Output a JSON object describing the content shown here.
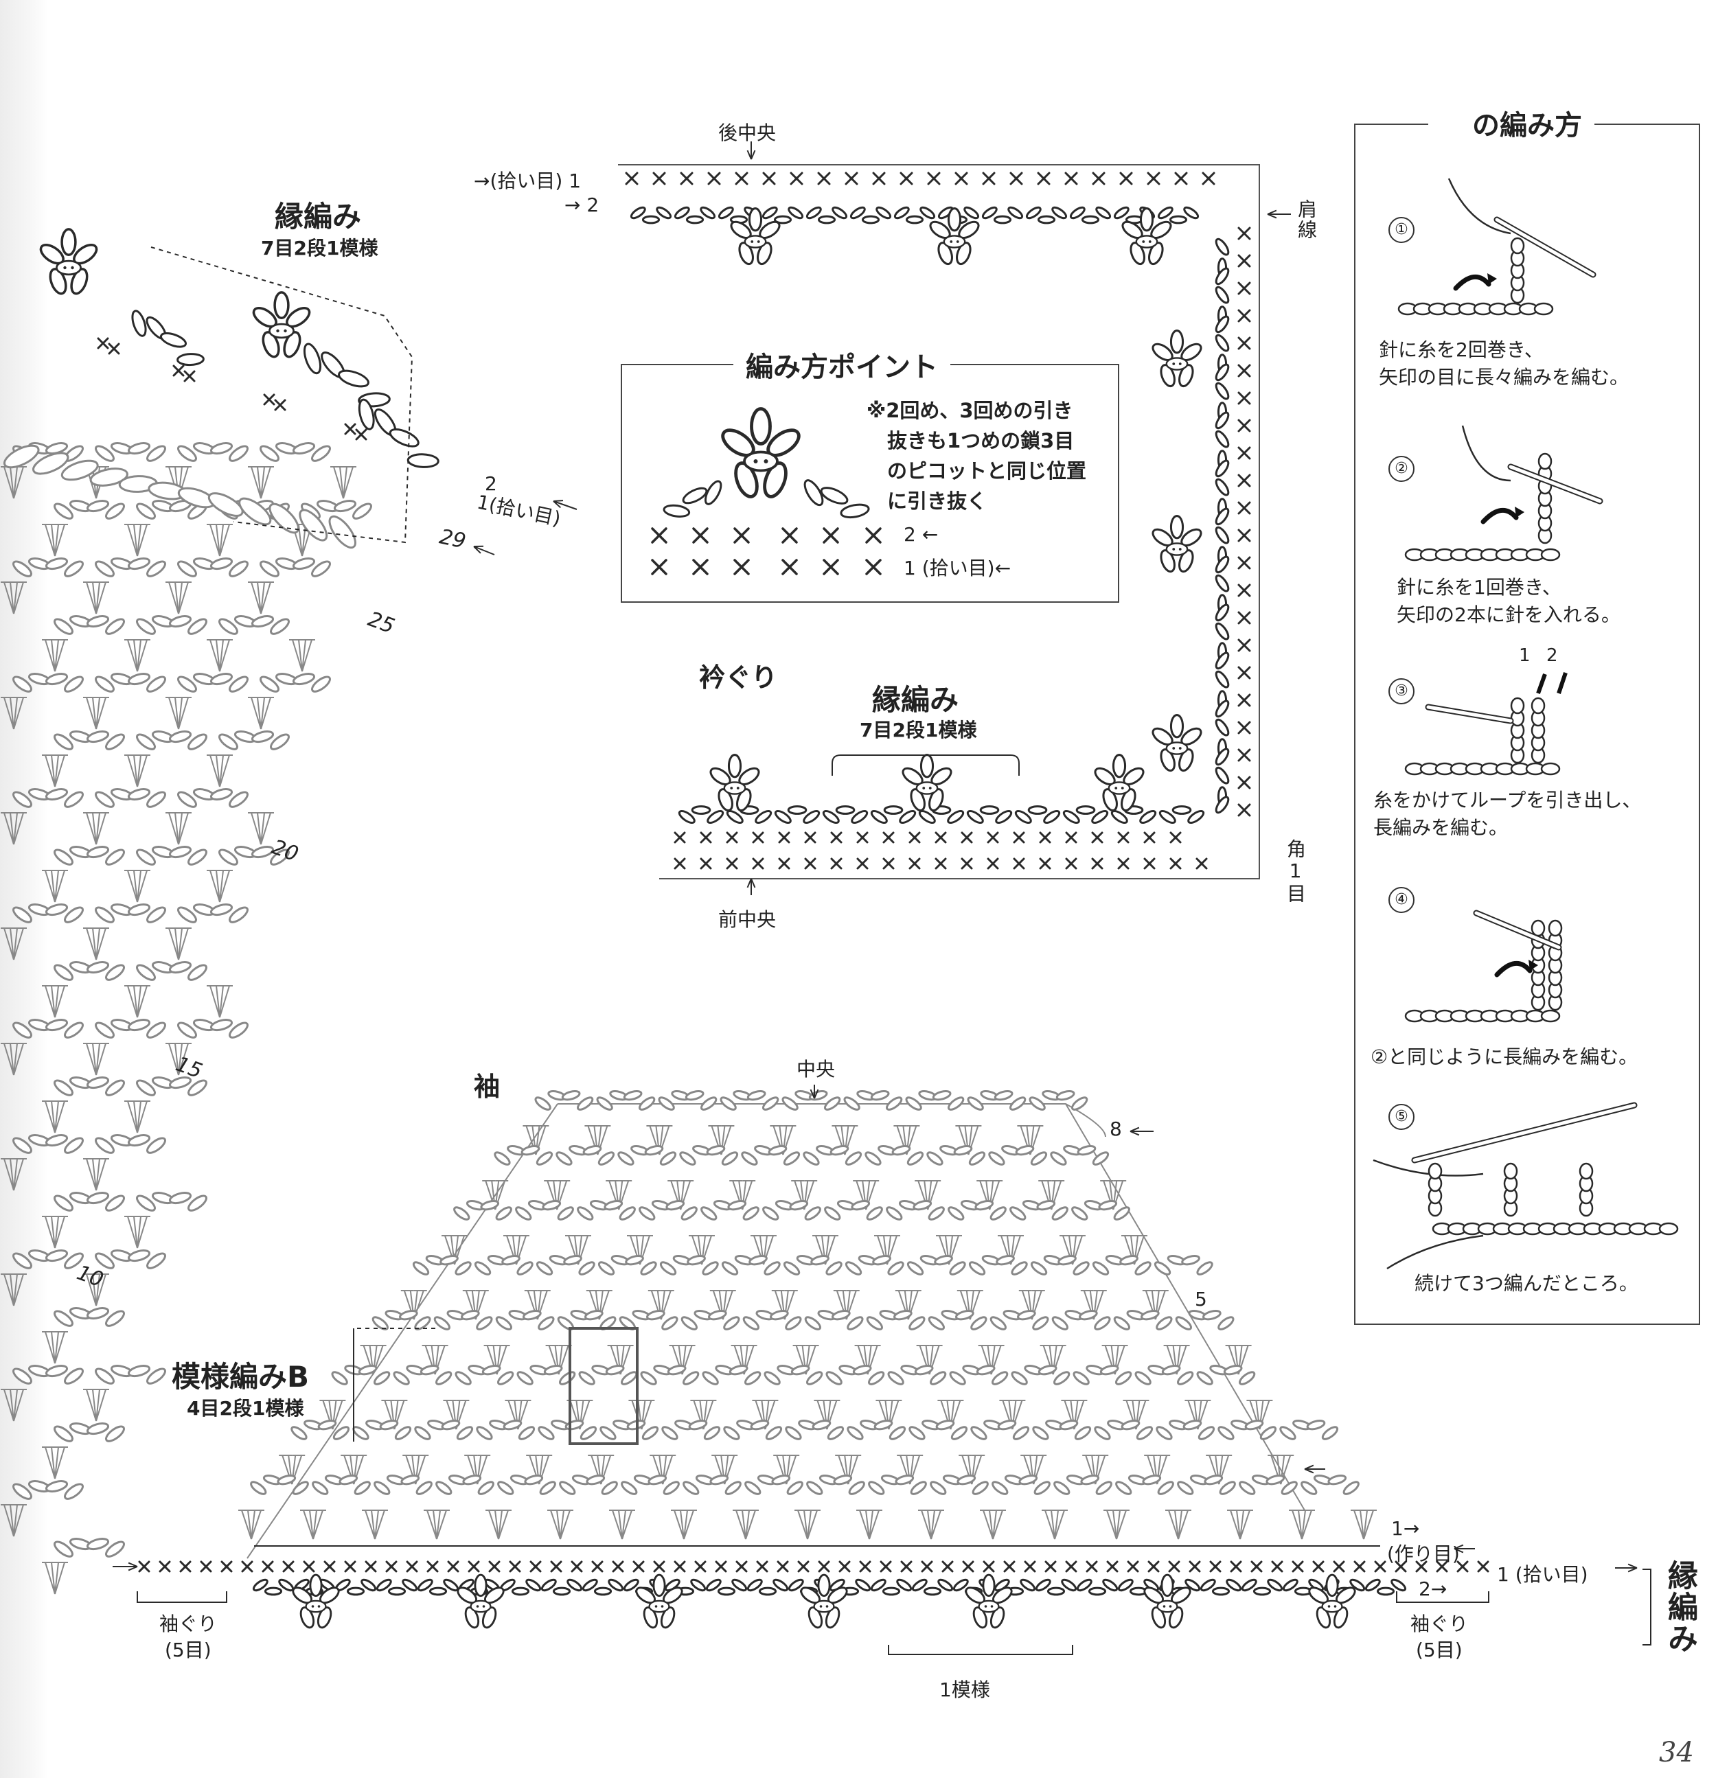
{
  "page_number": "34",
  "collar": {
    "back_center": "後中央",
    "front_center": "前中央",
    "shoulder_line": "肩線",
    "corner_one_stitch": "角1目",
    "neckline_title": "衿ぐり",
    "row1": "→(拾い目) 1",
    "row2": "→ 2",
    "edging_title": "縁編み",
    "edging_repeat": "7目2段1模様"
  },
  "left_chart": {
    "edging_title": "縁編み",
    "edging_repeat": "7目2段1模様",
    "row2": "2",
    "row1": "1(拾い目)",
    "row29": "29",
    "row25": "25",
    "row20": "20",
    "row15": "15",
    "row10": "10"
  },
  "point_box": {
    "title": "編み方ポイント",
    "note_lines": [
      "※2回め、3回めの引き",
      "抜きも1つめの鎖3目",
      "のピコットと同じ位置",
      "に引き抜く"
    ],
    "row2": "2 ←",
    "row1": "1 (拾い目)←"
  },
  "sleeve": {
    "title": "袖",
    "center": "中央",
    "row8": "8",
    "row5": "5",
    "pattern_title": "模様編みB",
    "pattern_repeat": "4目2段1模様",
    "row1_arrow": "1→",
    "foundation": "(作り目)",
    "picked_up": "1 (拾い目)",
    "row2_arrow": "2→",
    "armhole_left": "袖ぐり",
    "armhole_left_count": "(5目)",
    "armhole_right": "袖ぐり",
    "armhole_right_count": "(5目)",
    "one_repeat": "1模様",
    "edging_vertical": "縁編み"
  },
  "howto": {
    "title": "の編み方",
    "steps": [
      {
        "num": "①",
        "text": [
          "針に糸を2回巻き、",
          "矢印の目に長々編みを編む。"
        ]
      },
      {
        "num": "②",
        "text": [
          "針に糸を1回巻き、",
          "矢印の2本に針を入れる。"
        ]
      },
      {
        "num": "③",
        "labels": [
          "1",
          "2"
        ],
        "text": [
          "糸をかけてループを引き出し、",
          "長編みを編む。"
        ]
      },
      {
        "num": "④",
        "text": [
          "②と同じように長編みを編む。"
        ]
      },
      {
        "num": "⑤",
        "text": [
          "続けて3つ編んだところ。"
        ]
      }
    ]
  },
  "colors": {
    "ink": "#2a2a2a",
    "light": "#888888",
    "frame": "#555555"
  }
}
